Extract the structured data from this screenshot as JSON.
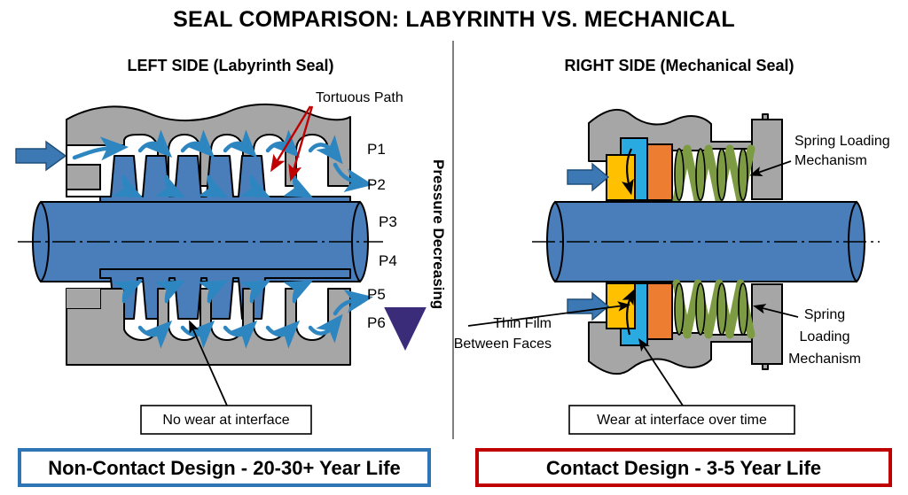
{
  "title": "SEAL COMPARISON: LABYRINTH VS. MECHANICAL",
  "panels": {
    "left": {
      "heading": "LEFT SIDE (Labyrinth Seal)",
      "tortuous_label": "Tortuous Path",
      "callout": "No wear at interface",
      "footer": "Non-Contact Design - 20-30+ Year Life",
      "footer_border_color": "#2E75B6",
      "pressure_labels": [
        "P1",
        "P2",
        "P3",
        "P4",
        "P5",
        "P6"
      ],
      "pressure_axis_label": "Pressure Decreasing",
      "pressure_gradient_top": "#3EC8D8",
      "pressure_gradient_bottom": "#3B2C7A"
    },
    "right": {
      "heading": "RIGHT SIDE (Mechanical Seal)",
      "annotation_spring_top": "Spring Loading\nMechanism",
      "annotation_spring_top_line1": "Spring Loading",
      "annotation_spring_top_line2": "Mechanism",
      "annotation_spring_bottom_line1": "Spring",
      "annotation_spring_bottom_line2": "Loading",
      "annotation_spring_bottom_line3": "Mechanism",
      "annotation_film_line1": "Thin Film",
      "annotation_film_line2": "Between Faces",
      "callout": "Wear at interface over time",
      "footer": "Contact Design - 3-5 Year Life",
      "footer_border_color": "#C00000"
    }
  },
  "colors": {
    "shaft_blue": "#4A7EBB",
    "housing_gray": "#A6A6A6",
    "flow_arrow_blue": "#2E86C1",
    "inlet_arrow_blue": "#3C78B4",
    "red_arrow": "#C00000",
    "spring_green": "#7D9B42",
    "face_yellow": "#FFC000",
    "face_orange": "#ED7D31",
    "film_cyan": "#29ABE2",
    "outline": "#000000"
  }
}
